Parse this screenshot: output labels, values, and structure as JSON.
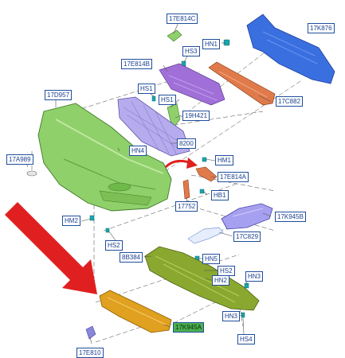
{
  "callouts": {
    "c17E814C": "17E814C",
    "c17K876": "17K876",
    "cHN1": "HN1",
    "cHS3_top": "HS3",
    "c17E814B": "17E814B",
    "cHS1_a": "HS1",
    "cHS1_b": "HS1",
    "c17D957": "17D957",
    "c17C882": "17C882",
    "c19H421": "19H421",
    "cHN4": "HN4",
    "c8200": "8200",
    "c17A989": "17A989",
    "cHM1": "HM1",
    "c17E814A": "17E814A",
    "cHB1": "HB1",
    "c17752": "17752",
    "cHM2": "HM2",
    "c17K945B": "17K945B",
    "c17C829": "17C829",
    "cHS2_a": "HS2",
    "c8B384": "8B384",
    "cHN5": "HN5",
    "cHS2_b": "HS2",
    "cHN2": "HN2",
    "cHN3_a": "HN3",
    "cHN3_b": "HN3",
    "c17K945A": "17K945A",
    "cHS4": "HS4",
    "c17E810": "17E810"
  },
  "colors": {
    "callout_border": "#1f4e9c",
    "callout_text": "#1a3f8f",
    "highlight": "#4caf50",
    "bumper": "#8fd06a",
    "absorber": "#3a6fe0",
    "grille": "#9c8fe0",
    "bracket_purple": "#a070d8",
    "bracket_orange": "#e07a4a",
    "skid_plate": "#8aa830",
    "lower_deflector": "#e0a020",
    "arrow": "#e02020",
    "connector": "#1aa6b0"
  }
}
